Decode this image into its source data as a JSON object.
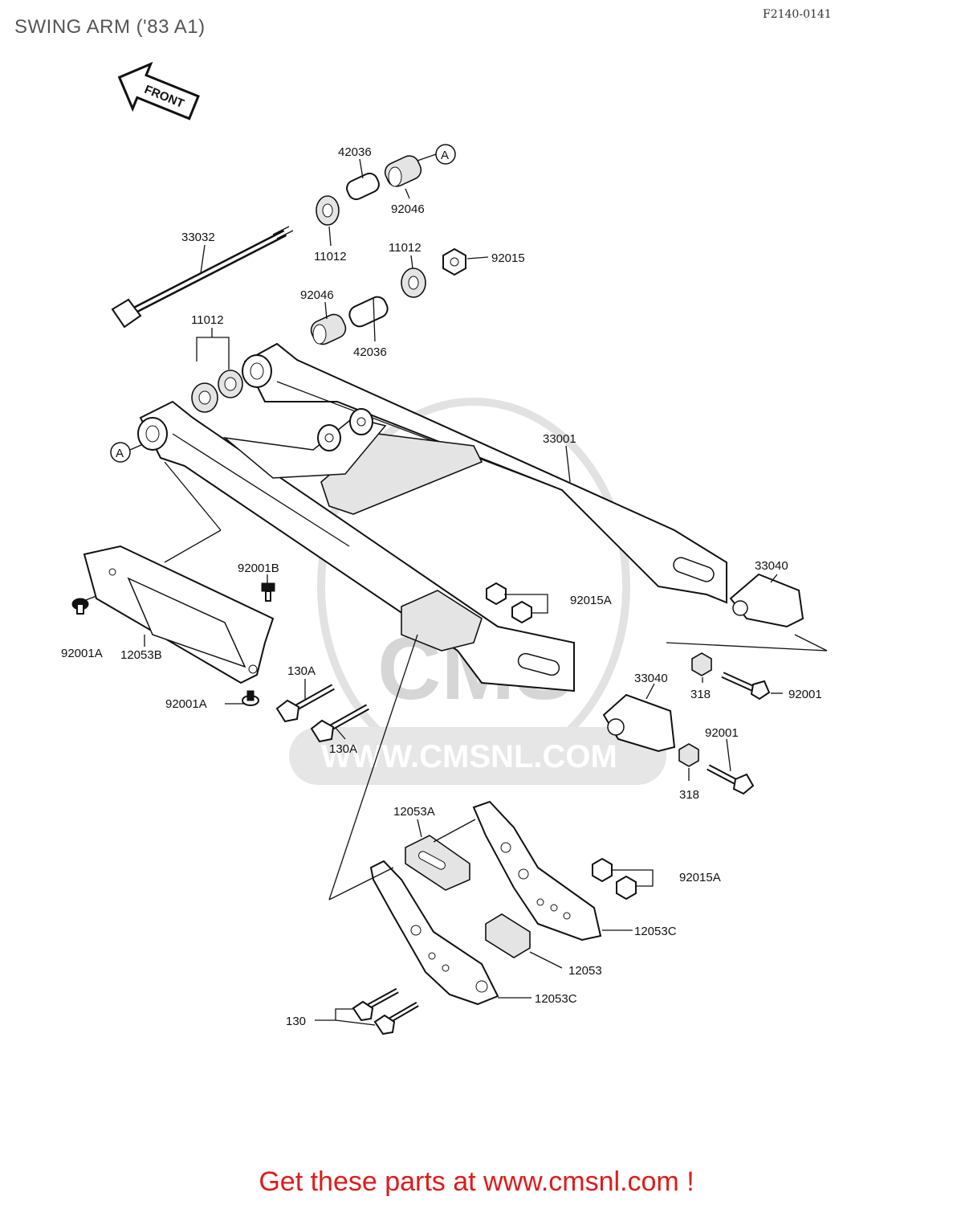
{
  "title": "SWING ARM ('83 A1)",
  "figure_code": "F2140-0141",
  "front_arrow_label": "FRONT",
  "ref_marker": "A",
  "watermark": {
    "logo_text": "CMS",
    "url_text": "WWW.CMSNL.COM"
  },
  "callouts": {
    "c42036_top": "42036",
    "c92046_top": "92046",
    "c33032": "33032",
    "c11012_top": "11012",
    "c11012_mid": "11012",
    "c92015": "92015",
    "c92046_mid": "92046",
    "c42036_mid": "42036",
    "c11012_left": "11012",
    "c33001": "33001",
    "c33040_right": "33040",
    "c92001B": "92001B",
    "c92015A_mid": "92015A",
    "c92001A_left": "92001A",
    "c12053B": "12053B",
    "c130A_top": "130A",
    "c92001A_bot": "92001A",
    "c33040_mid": "33040",
    "c318_top": "318",
    "c92001_right": "92001",
    "c130A_bot": "130A",
    "c92001_mid": "92001",
    "c318_bot": "318",
    "c12053A": "12053A",
    "c92015A_bot": "92015A",
    "c12053C_right": "12053C",
    "c12053": "12053",
    "c12053C_bot": "12053C",
    "c130": "130"
  },
  "footer": "Get these parts at www.cmsnl.com !"
}
